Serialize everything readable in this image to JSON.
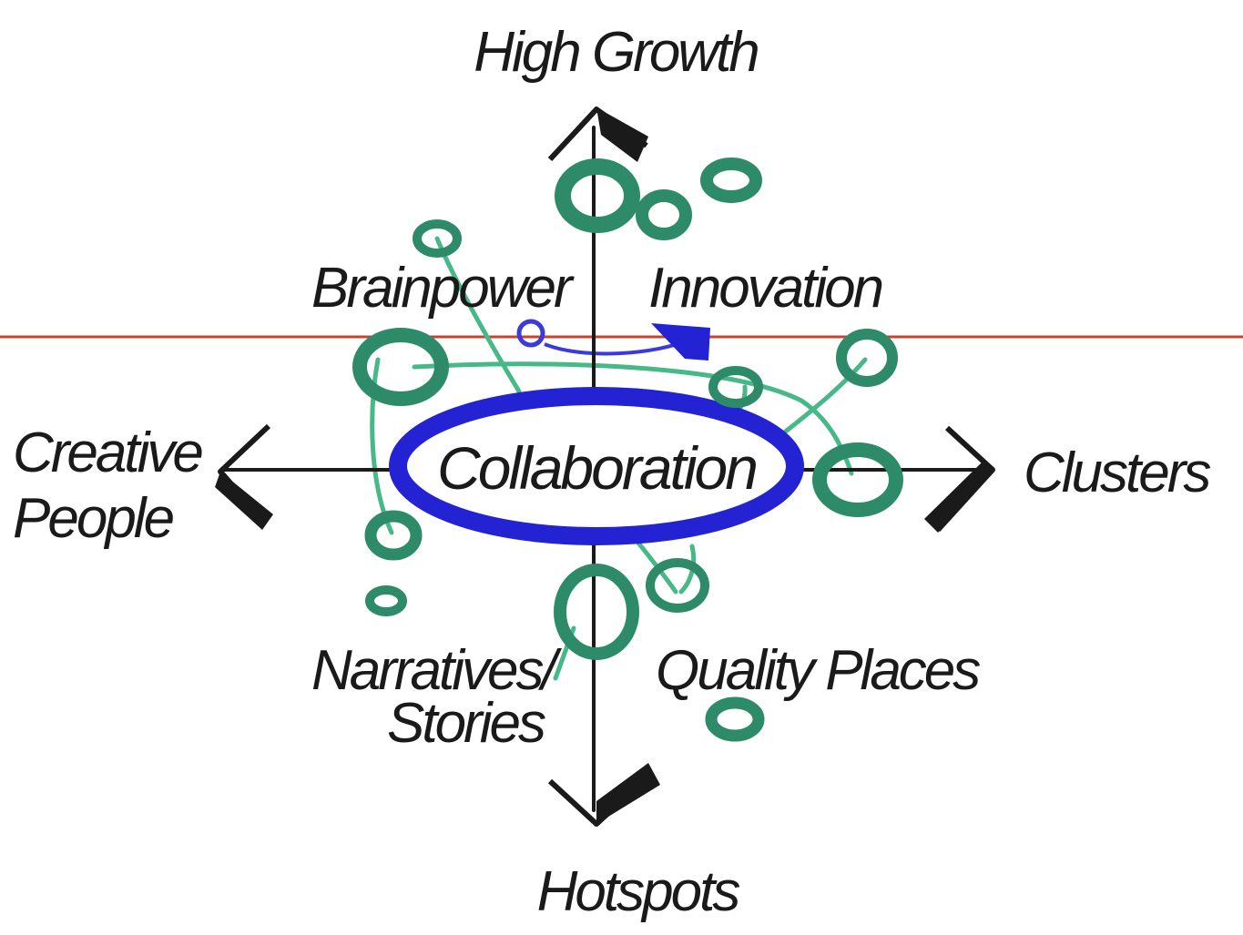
{
  "axes": {
    "top": "High Growth",
    "bottom": "Hotspots",
    "left_line1": "Creative",
    "left_line2": "People",
    "right": "Clusters"
  },
  "quadrants": {
    "upper_left": "Brainpower",
    "upper_right": "Innovation",
    "lower_left_line1": "Narratives/",
    "lower_left_line2": "Stories",
    "lower_right": "Quality Places"
  },
  "center": "Collaboration",
  "colors": {
    "ink": "#1a1a1a",
    "node_green": "#2e8b6a",
    "node_light": "#47b888",
    "center_blue": "#2323d4",
    "divider_red": "#c8432b"
  }
}
